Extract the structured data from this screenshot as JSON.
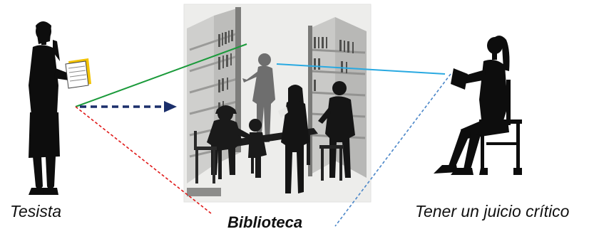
{
  "labels": {
    "left": "Tesista",
    "center": "Biblioteca",
    "right": "Tener un juicio crítico"
  },
  "colors": {
    "silhouette": "#0d0d0d",
    "silhouette_gray": "#6e6e6e",
    "green_line": "#1a9a3a",
    "blue_line": "#29a9e1",
    "red_dashed": "#e01818",
    "blue_dashed": "#4a86c8",
    "navy_arrow": "#1b2f6b",
    "library_bg": "#ececea"
  },
  "icons": {
    "left_figure": "standing-woman-with-notebook-icon",
    "center_scene": "library-people-icon",
    "right_figure": "seated-woman-reading-icon",
    "arrow": "arrow-right-icon"
  }
}
